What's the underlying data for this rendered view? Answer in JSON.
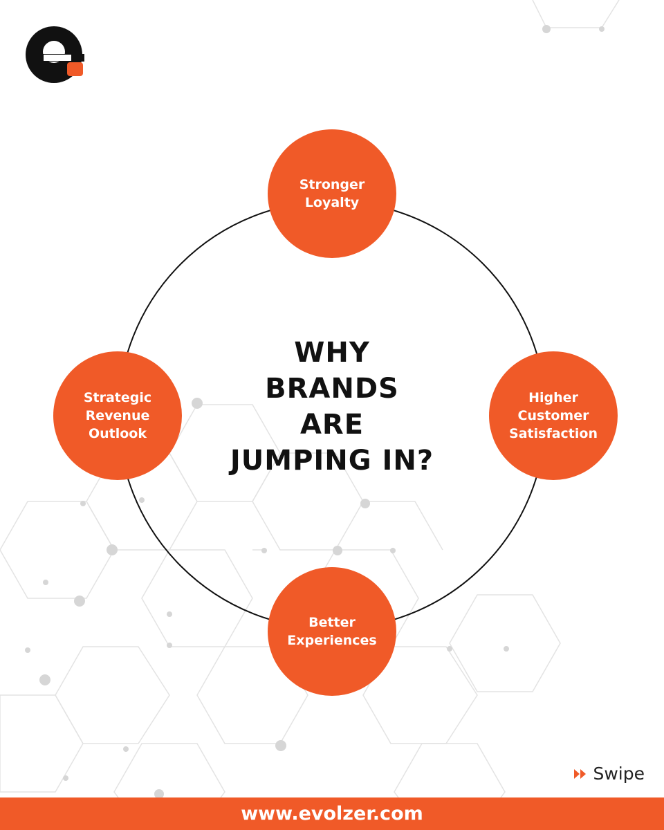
{
  "colors": {
    "accent": "#f05a28",
    "text": "#111111",
    "pattern": "#dcdcdc"
  },
  "logo": {
    "icon": "evolzer-e-logo"
  },
  "headline": "WHY\nBRANDS\nARE\nJUMPING IN?",
  "nodes": {
    "top": "Stronger\nLoyalty",
    "right": "Higher\nCustomer\nSatisfaction",
    "bottom": "Better\nExperiences",
    "left": "Strategic\nRevenue\nOutlook"
  },
  "swipe": {
    "label": "Swipe",
    "icon": "fast-forward-icon"
  },
  "footer": {
    "url": "www.evolzer.com"
  }
}
